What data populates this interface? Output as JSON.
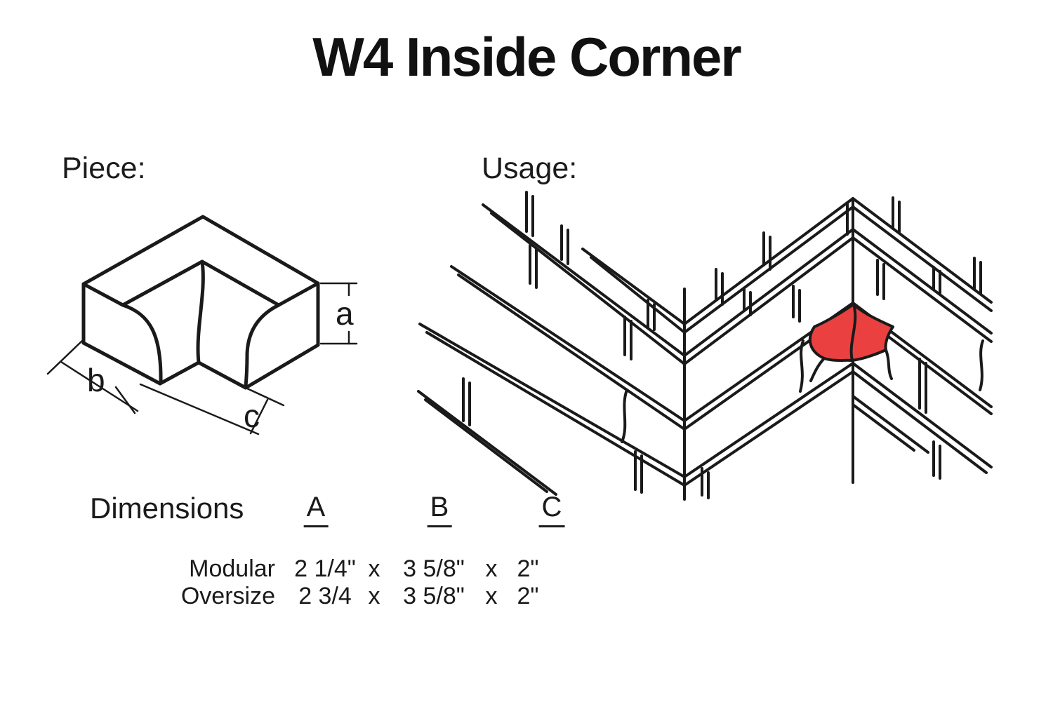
{
  "title": "W4 Inside Corner",
  "sections": {
    "piece_label": "Piece:",
    "usage_label": "Usage:"
  },
  "piece": {
    "dim_a": "a",
    "dim_b": "b",
    "dim_c": "c"
  },
  "colors": {
    "line": "#1a1a1a",
    "text": "#1a1a1a",
    "highlight": "#ea4140"
  },
  "dimensions_table": {
    "heading": "Dimensions",
    "columns": [
      "A",
      "B",
      "C"
    ],
    "separator": "x",
    "rows": [
      {
        "name": "Modular",
        "a": "2 1/4\"",
        "b": "3 5/8\"",
        "c": "2\""
      },
      {
        "name": "Oversize",
        "a": "2 3/4",
        "b": "3 5/8\"",
        "c": "2\""
      }
    ]
  }
}
